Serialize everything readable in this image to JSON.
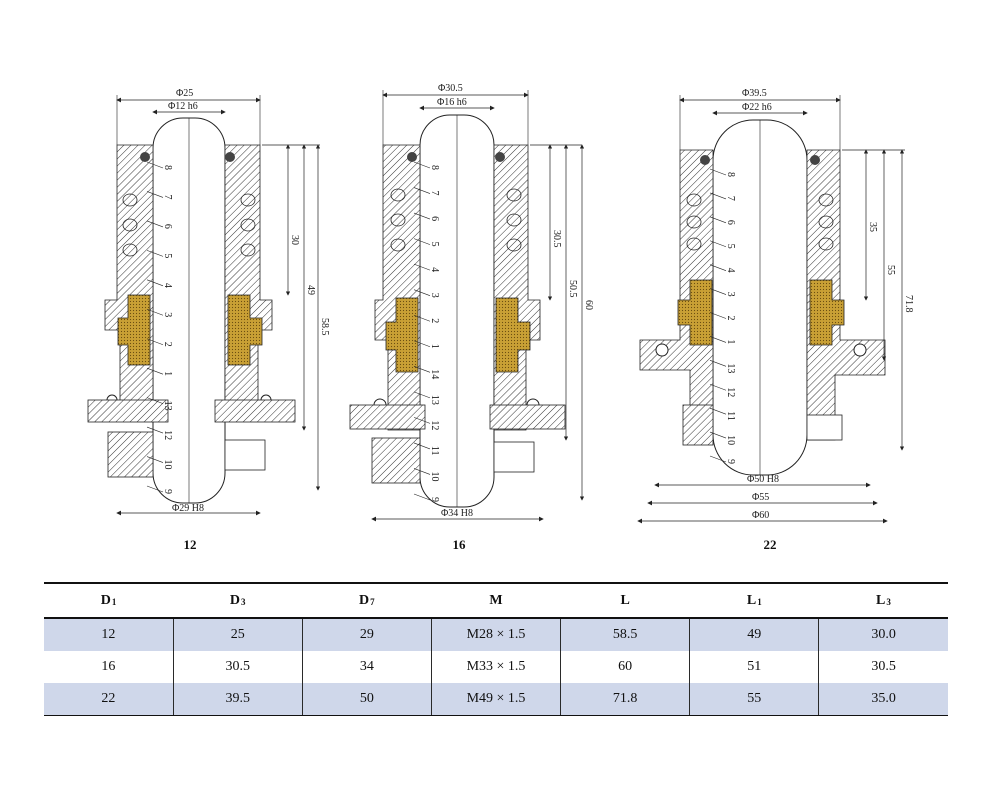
{
  "colors": {
    "face": "#c9a035",
    "hatch": "#333333",
    "stripe": "#cfd7ea"
  },
  "drawings": [
    {
      "caption": "12",
      "dims": {
        "top_outer": "Φ25",
        "top_inner": "Φ12 h6",
        "bottom": "Φ29 H8",
        "right_1": "30",
        "right_2": "49",
        "right_3": "58.5"
      },
      "parts": [
        "8",
        "7",
        "6",
        "5",
        "4",
        "3",
        "2",
        "1",
        "13",
        "12",
        "10",
        "9"
      ]
    },
    {
      "caption": "16",
      "dims": {
        "top_outer": "Φ30.5",
        "top_inner": "Φ16 h6",
        "bottom": "Φ34 H8",
        "right_1": "30.5",
        "right_2": "50.5",
        "right_3": "60"
      },
      "parts": [
        "8",
        "7",
        "6",
        "5",
        "4",
        "3",
        "2",
        "1",
        "14",
        "13",
        "12",
        "11",
        "10",
        "9"
      ]
    },
    {
      "caption": "22",
      "dims": {
        "top_outer": "Φ39.5",
        "top_inner": "Φ22 h6",
        "bottom_1": "Φ50 H8",
        "bottom_2": "Φ55",
        "bottom_3": "Φ60",
        "right_1": "35",
        "right_2": "55",
        "right_3": "71.8"
      },
      "parts": [
        "8",
        "7",
        "6",
        "5",
        "4",
        "3",
        "2",
        "1",
        "13",
        "12",
        "11",
        "10",
        "9"
      ]
    }
  ],
  "table": {
    "headers": [
      {
        "main": "D",
        "sub": "1"
      },
      {
        "main": "D",
        "sub": "3"
      },
      {
        "main": "D",
        "sub": "7"
      },
      {
        "main": "M",
        "sub": ""
      },
      {
        "main": "L",
        "sub": ""
      },
      {
        "main": "L",
        "sub": "1"
      },
      {
        "main": "L",
        "sub": "3"
      }
    ],
    "rows": [
      [
        "12",
        "25",
        "29",
        "M28 × 1.5",
        "58.5",
        "49",
        "30.0"
      ],
      [
        "16",
        "30.5",
        "34",
        "M33 × 1.5",
        "60",
        "51",
        "30.5"
      ],
      [
        "22",
        "39.5",
        "50",
        "M49 × 1.5",
        "71.8",
        "55",
        "35.0"
      ]
    ]
  }
}
